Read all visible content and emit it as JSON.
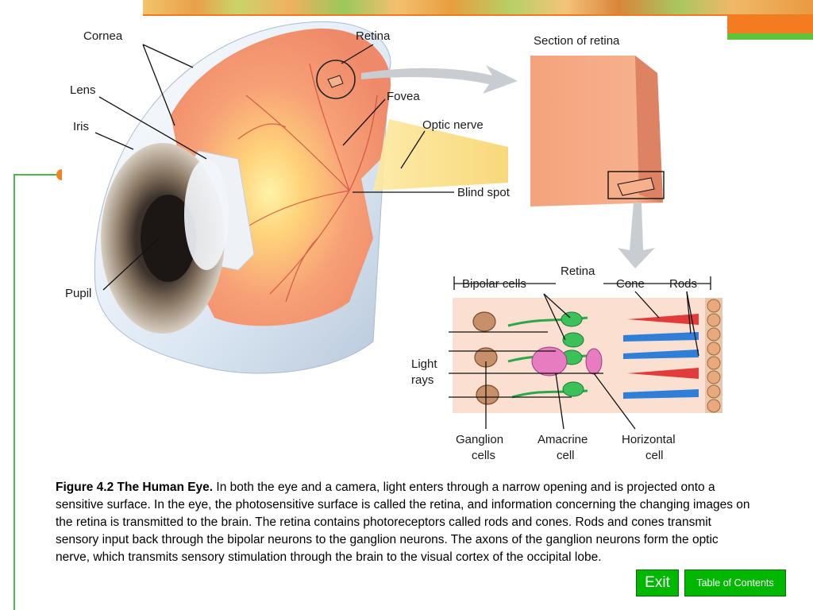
{
  "diagram": {
    "labels": {
      "cornea": "Cornea",
      "lens": "Lens",
      "iris": "Iris",
      "pupil": "Pupil",
      "retina": "Retina",
      "fovea": "Fovea",
      "optic_nerve": "Optic nerve",
      "blind_spot": "Blind spot",
      "section_of_retina": "Section of retina",
      "retina_detail": "Retina",
      "bipolar_cells": "Bipolar cells",
      "cone": "Cone",
      "rods": "Rods",
      "light": "Light",
      "rays": "rays",
      "ganglion": "Ganglion",
      "ganglion_cells": "cells",
      "amacrine": "Amacrine",
      "amacrine_cell": "cell",
      "horizontal": "Horizontal",
      "horizontal_cell": "cell"
    }
  },
  "caption": {
    "figure_title": "Figure 4.2  The Human Eye.",
    "text": " In both the eye and a camera, light enters through a narrow opening and is projected onto a sensitive surface. In the eye, the photosensitive surface is called the retina, and information concerning the changing images on the retina is transmitted to the brain. The retina contains photoreceptors called rods and cones. Rods and cones transmit sensory input back through the bipolar neurons to the ganglion neurons. The axons of the ganglion neurons form the optic nerve, which transmits sensory stimulation through the brain to the visual cortex of the occipital lobe."
  },
  "nav": {
    "exit_label": "Exit",
    "toc_label": "Table of Contents"
  }
}
